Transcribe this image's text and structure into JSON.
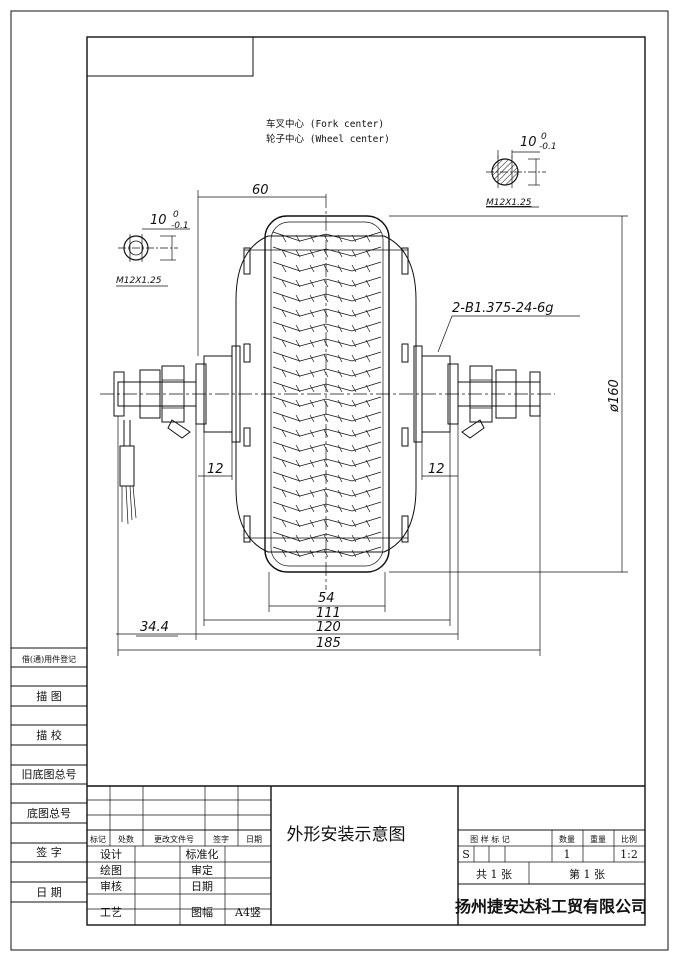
{
  "notes": {
    "fork_center": "车叉中心 (Fork center)",
    "wheel_center": "轮子中心 (Wheel center)"
  },
  "dims": {
    "d60": "60",
    "tol_left_main": "10",
    "tol_left_up": "0",
    "tol_left_down": "-0.1",
    "thread_left": "M12X1.25",
    "tol_right_main": "10",
    "tol_right_up": "0",
    "tol_right_down": "-0.1",
    "thread_right": "M12X1.25",
    "bearing": "2-B1.375-24-6g",
    "d160": "ø160",
    "d12_left": "12",
    "d12_right": "12",
    "d54": "54",
    "d111": "111",
    "d120": "120",
    "d34": "34.4",
    "d185": "185"
  },
  "side_labels": [
    "借(通)用件登记",
    "描 图",
    "描 校",
    "旧底图总号",
    "底图总号",
    "签 字",
    "日 期"
  ],
  "table": {
    "header": [
      "标记",
      "处数",
      "更改文件号",
      "签字",
      "日期"
    ],
    "rows": [
      [
        "设计",
        "标准化"
      ],
      [
        "绘图",
        "审定"
      ],
      [
        "审核",
        "日期"
      ],
      [
        "工艺",
        "图幅",
        "A4竖"
      ]
    ],
    "title": "外形安装示意图",
    "mark_label": "图 样 标 记",
    "qty_label": "数量",
    "weight_label": "重量",
    "scale_label": "比例",
    "mark_value": "S",
    "qty_value": "1",
    "scale_value": "1:2",
    "total_sheets": "共 1 张",
    "sheet_no": "第 1 张",
    "company": "扬州捷安达科工贸有限公司"
  }
}
